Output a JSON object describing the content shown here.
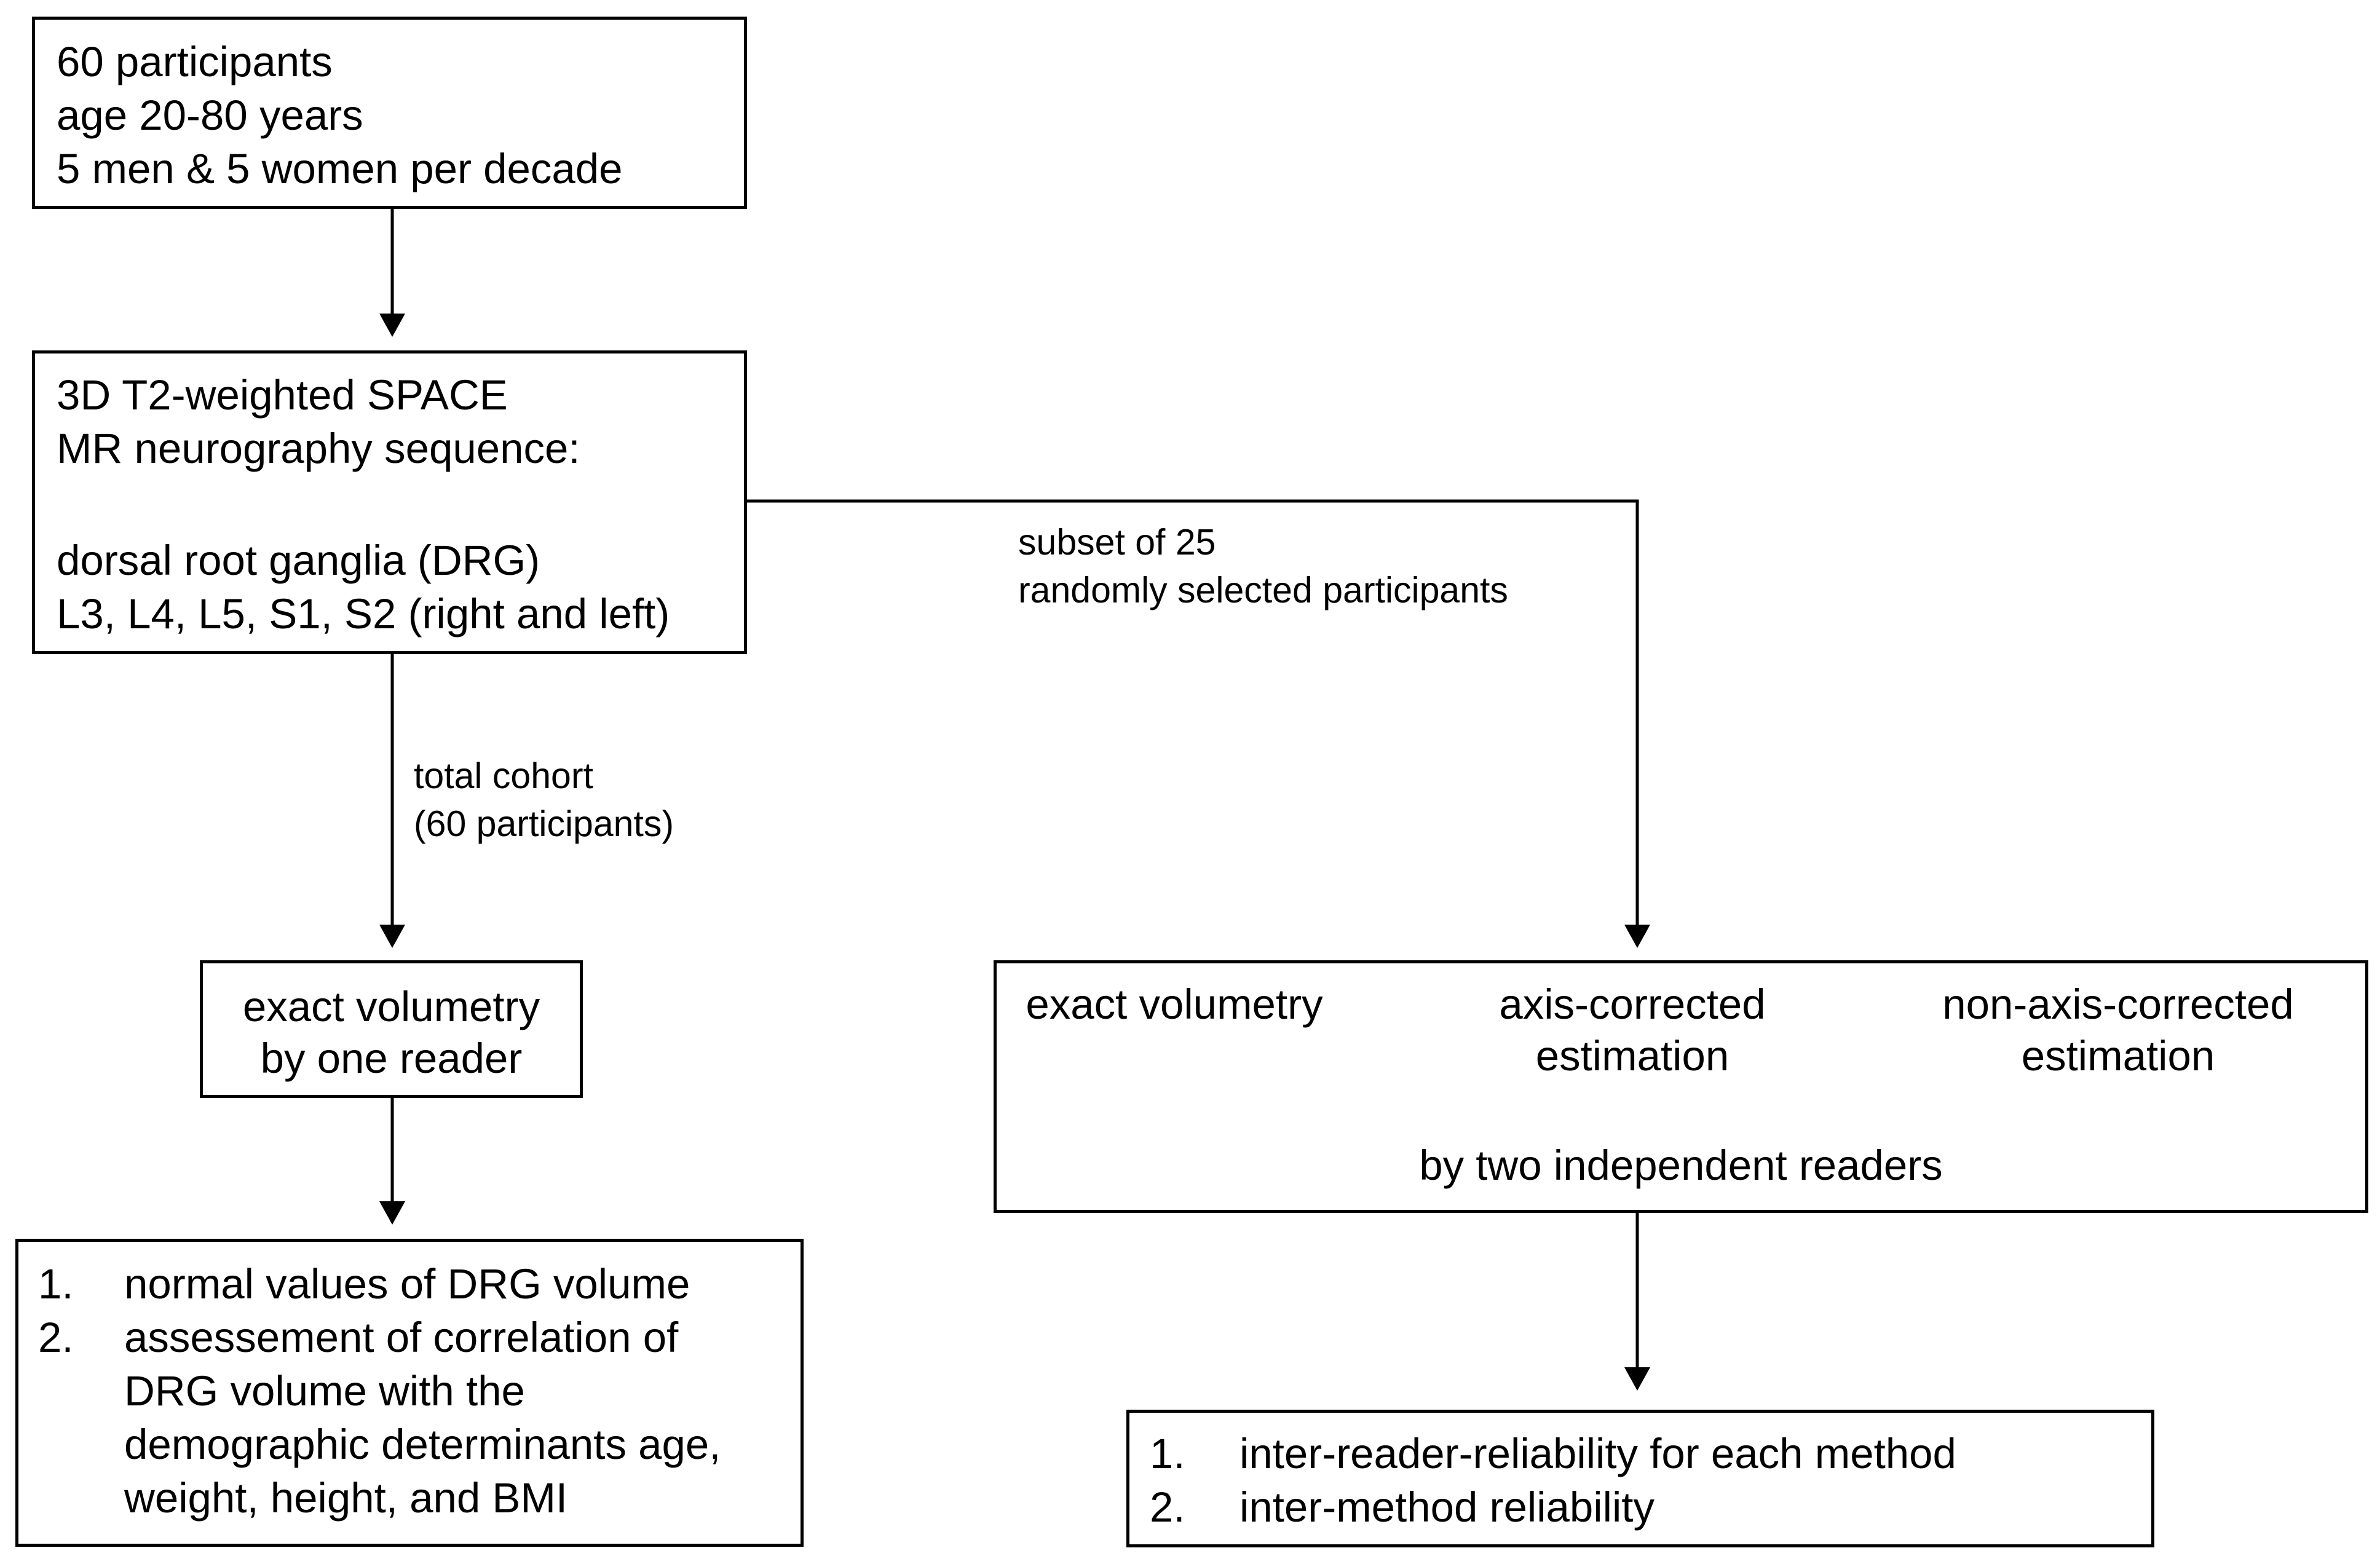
{
  "box1": {
    "line1": "60 participants",
    "line2": "age 20-80 years",
    "line3": "5 men & 5 women per decade"
  },
  "box2": {
    "line1": "3D T2-weighted SPACE",
    "line2": "MR neurography sequence:",
    "line3": "dorsal root ganglia (DRG)",
    "line4": "L3, L4, L5, S1, S2 (right and left)"
  },
  "label_total": {
    "line1": "total cohort",
    "line2": "(60 participants)"
  },
  "label_subset": {
    "line1": "subset of 25",
    "line2": "randomly selected participants"
  },
  "box3": {
    "line1": "exact volumetry",
    "line2": "by one reader"
  },
  "box4": {
    "col1": "exact volumetry",
    "col2_line1": "axis-corrected",
    "col2_line2": "estimation",
    "col3_line1": "non-axis-corrected",
    "col3_line2": "estimation",
    "footer": "by two independent readers"
  },
  "box5": {
    "items": [
      {
        "num": "1.",
        "lines": [
          "normal values of DRG volume"
        ]
      },
      {
        "num": "2.",
        "lines": [
          "assessement of correlation of",
          "DRG volume with the",
          "demographic determinants age,",
          "weight, height, and BMI"
        ]
      }
    ]
  },
  "box6": {
    "items": [
      {
        "num": "1.",
        "text": "inter-reader-reliability for each method"
      },
      {
        "num": "2.",
        "text": "inter-method reliability"
      }
    ]
  }
}
